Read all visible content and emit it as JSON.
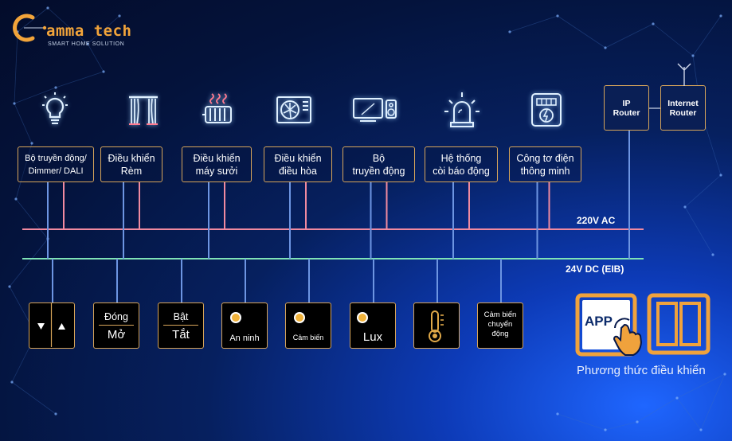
{
  "logo": {
    "brand": "amma tech",
    "tagline": "SMART HOME SOLUTION"
  },
  "colors": {
    "ac_bus": "#f08aa0",
    "dc_bus": "#7fe2b6",
    "dc_tap": "#6d95e2",
    "box_border": "#d7a55a"
  },
  "bus": {
    "ac_label": "220V AC",
    "dc_label": "24V DC (EIB)"
  },
  "controllers": [
    {
      "icon": "bulb-icon",
      "lines": [
        "Bộ truyền động/",
        "Dimmer/ DALI"
      ]
    },
    {
      "icon": "curtain-icon",
      "lines": [
        "Điều khiển",
        "Rèm"
      ]
    },
    {
      "icon": "heater-icon",
      "lines": [
        "Điều khiển",
        "máy sưởi"
      ]
    },
    {
      "icon": "air-conditioner-icon",
      "lines": [
        "Điều khiển",
        "điều hòa"
      ]
    },
    {
      "icon": "tv-speaker-icon",
      "lines": [
        "Bộ",
        "truyền động"
      ]
    },
    {
      "icon": "alarm-siren-icon",
      "lines": [
        "Hệ thống",
        "còi báo động"
      ]
    },
    {
      "icon": "smart-meter-icon",
      "lines": [
        "Công tơ điện",
        "thông minh"
      ]
    }
  ],
  "routers": [
    {
      "lines": [
        "IP",
        "Router"
      ]
    },
    {
      "lines": [
        "Internet",
        "Router"
      ],
      "icon": "antenna-icon"
    }
  ],
  "switches": [
    {
      "type": "arrows",
      "icon": "up-down-arrows-icon"
    },
    {
      "type": "split",
      "top": "Đóng",
      "bottom": "Mở"
    },
    {
      "type": "split",
      "top": "Bật",
      "bottom": "Tắt"
    },
    {
      "type": "led",
      "label": "An ninh"
    },
    {
      "type": "led",
      "label": "Cảm biến"
    },
    {
      "type": "led",
      "label": "Lux"
    },
    {
      "type": "thermo",
      "icon": "thermometer-icon"
    },
    {
      "type": "text",
      "lines": [
        "Cảm biến",
        "chuyển",
        "động"
      ]
    }
  ],
  "control_methods": {
    "app_label": "APP",
    "app_icon": "tablet-touch-icon",
    "panel_icon": "wall-switch-panel-icon",
    "caption": "Phương thức điều khiển"
  }
}
